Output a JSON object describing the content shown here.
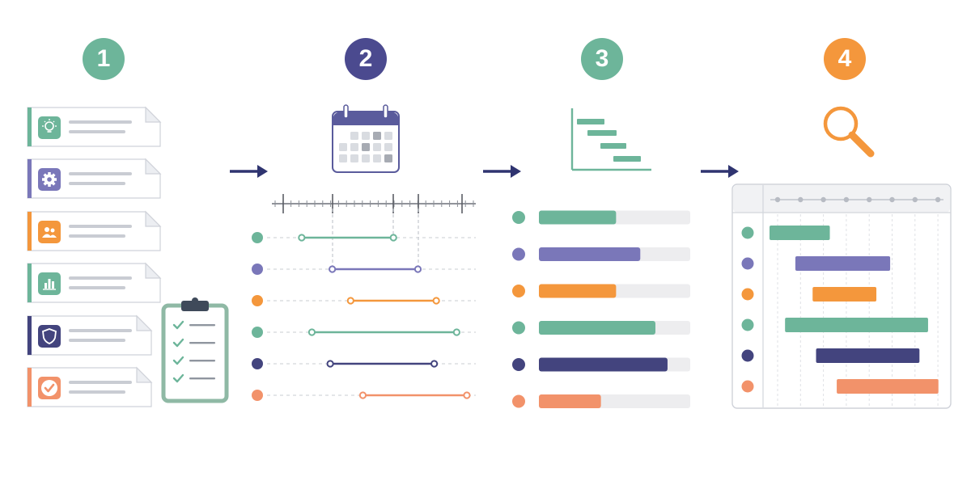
{
  "colors": {
    "green": "#6db59a",
    "purple": "#7a77b9",
    "orange": "#f4973c",
    "navy": "#43447e",
    "salmon": "#f2926a",
    "arrow": "#2f3470"
  },
  "steps": [
    {
      "number": "1",
      "color": "#6db59a"
    },
    {
      "number": "2",
      "color": "#4b4a8f"
    },
    {
      "number": "3",
      "color": "#6db59a"
    },
    {
      "number": "4",
      "color": "#f4973c"
    }
  ],
  "task_cards": [
    {
      "icon": "lightbulb-icon",
      "color": "#6db59a"
    },
    {
      "icon": "gear-icon",
      "color": "#7a77b9"
    },
    {
      "icon": "users-icon",
      "color": "#f4973c"
    },
    {
      "icon": "bar-chart-icon",
      "color": "#6db59a"
    },
    {
      "icon": "shield-icon",
      "color": "#43447e"
    },
    {
      "icon": "check-circle-icon",
      "color": "#f2926a"
    }
  ],
  "timeline_rows": [
    {
      "color": "#6db59a",
      "start": 0.17,
      "end": 0.62
    },
    {
      "color": "#7a77b9",
      "start": 0.32,
      "end": 0.74
    },
    {
      "color": "#f4973c",
      "start": 0.41,
      "end": 0.83
    },
    {
      "color": "#6db59a",
      "start": 0.22,
      "end": 0.93
    },
    {
      "color": "#43447e",
      "start": 0.31,
      "end": 0.82
    },
    {
      "color": "#f2926a",
      "start": 0.47,
      "end": 0.98
    }
  ],
  "progress_rows": [
    {
      "color": "#6db59a",
      "progress": 0.51
    },
    {
      "color": "#7a77b9",
      "progress": 0.67
    },
    {
      "color": "#f4973c",
      "progress": 0.51
    },
    {
      "color": "#6db59a",
      "progress": 0.77
    },
    {
      "color": "#43447e",
      "progress": 0.85
    },
    {
      "color": "#f2926a",
      "progress": 0.41
    }
  ],
  "gantt_rows": [
    {
      "color": "#6db59a",
      "start": 0.0,
      "end": 0.35
    },
    {
      "color": "#7a77b9",
      "start": 0.15,
      "end": 0.7
    },
    {
      "color": "#f4973c",
      "start": 0.25,
      "end": 0.62
    },
    {
      "color": "#6db59a",
      "start": 0.09,
      "end": 0.92
    },
    {
      "color": "#43447e",
      "start": 0.27,
      "end": 0.87
    },
    {
      "color": "#f2926a",
      "start": 0.39,
      "end": 0.98
    }
  ]
}
